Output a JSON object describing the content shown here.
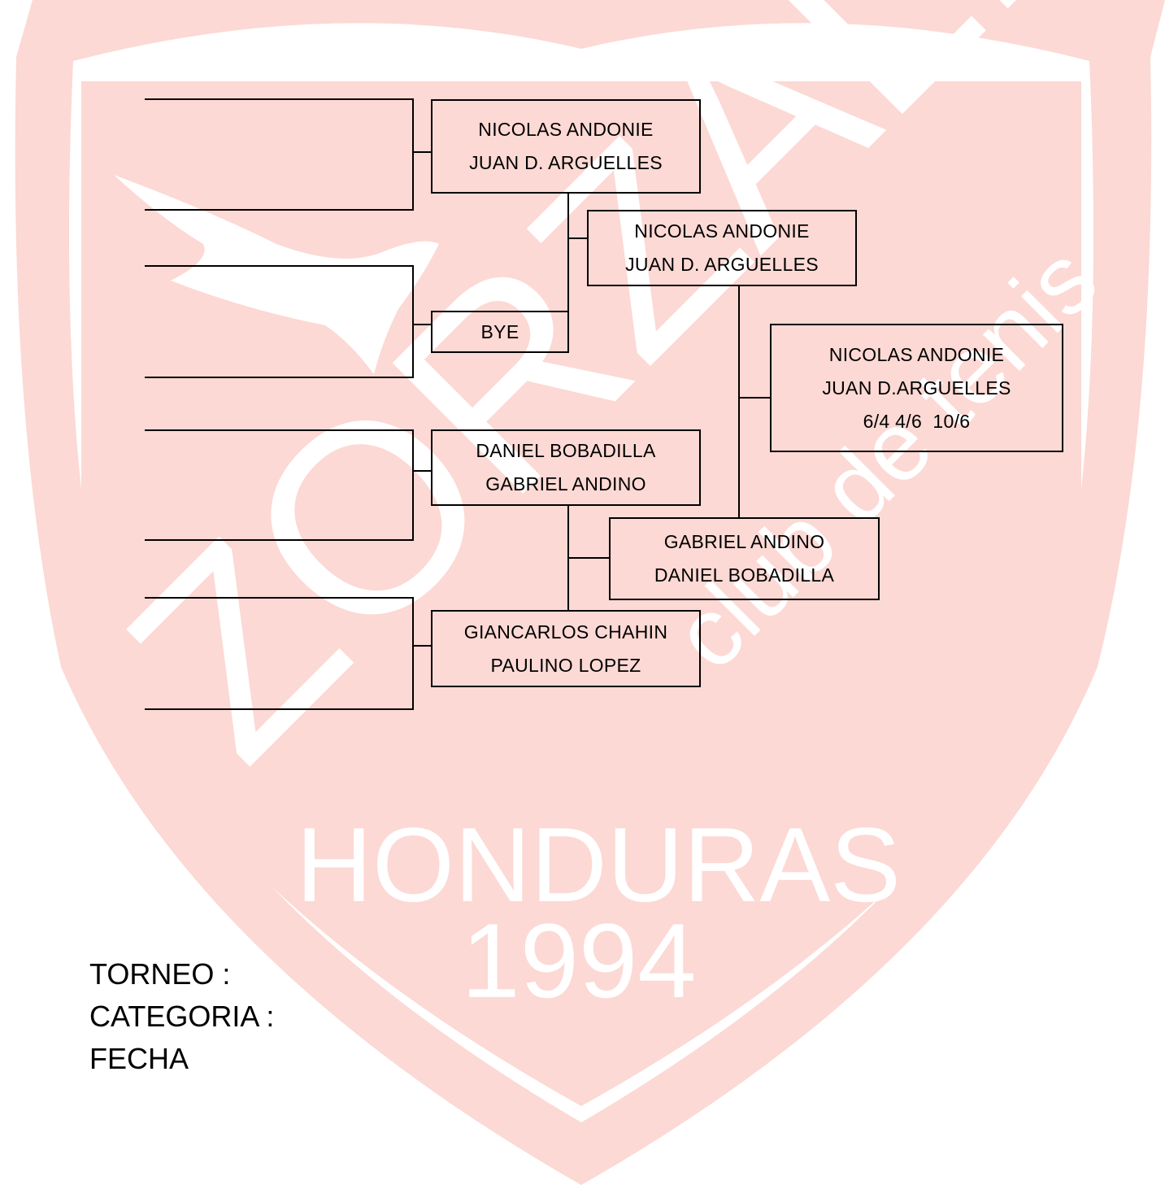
{
  "colors": {
    "watermark": "#fcd9d4",
    "line": "#000000",
    "text": "#000000"
  },
  "watermark": {
    "club_name": "ZORZALES",
    "subtitle": "club de tenis",
    "country": "HONDURAS",
    "year": "1994"
  },
  "bracket": {
    "r1_top": {
      "line1": "NICOLAS ANDONIE",
      "line2": "JUAN D. ARGUELLES"
    },
    "r1_bye": {
      "line1": "BYE"
    },
    "r1_mid": {
      "line1": "DANIEL BOBADILLA",
      "line2": "GABRIEL ANDINO"
    },
    "r1_bot": {
      "line1": "GIANCARLOS CHAHIN",
      "line2": "PAULINO LOPEZ"
    },
    "semi_top": {
      "line1": "NICOLAS ANDONIE",
      "line2": "JUAN D. ARGUELLES"
    },
    "semi_bot": {
      "line1": "GABRIEL ANDINO",
      "line2": "DANIEL BOBADILLA"
    },
    "final": {
      "line1": "NICOLAS ANDONIE",
      "line2": "JUAN D.ARGUELLES",
      "score": "6/4 4/6  10/6"
    }
  },
  "footer": {
    "torneo": "TORNEO :",
    "categoria": "CATEGORIA :",
    "fecha": "FECHA"
  }
}
